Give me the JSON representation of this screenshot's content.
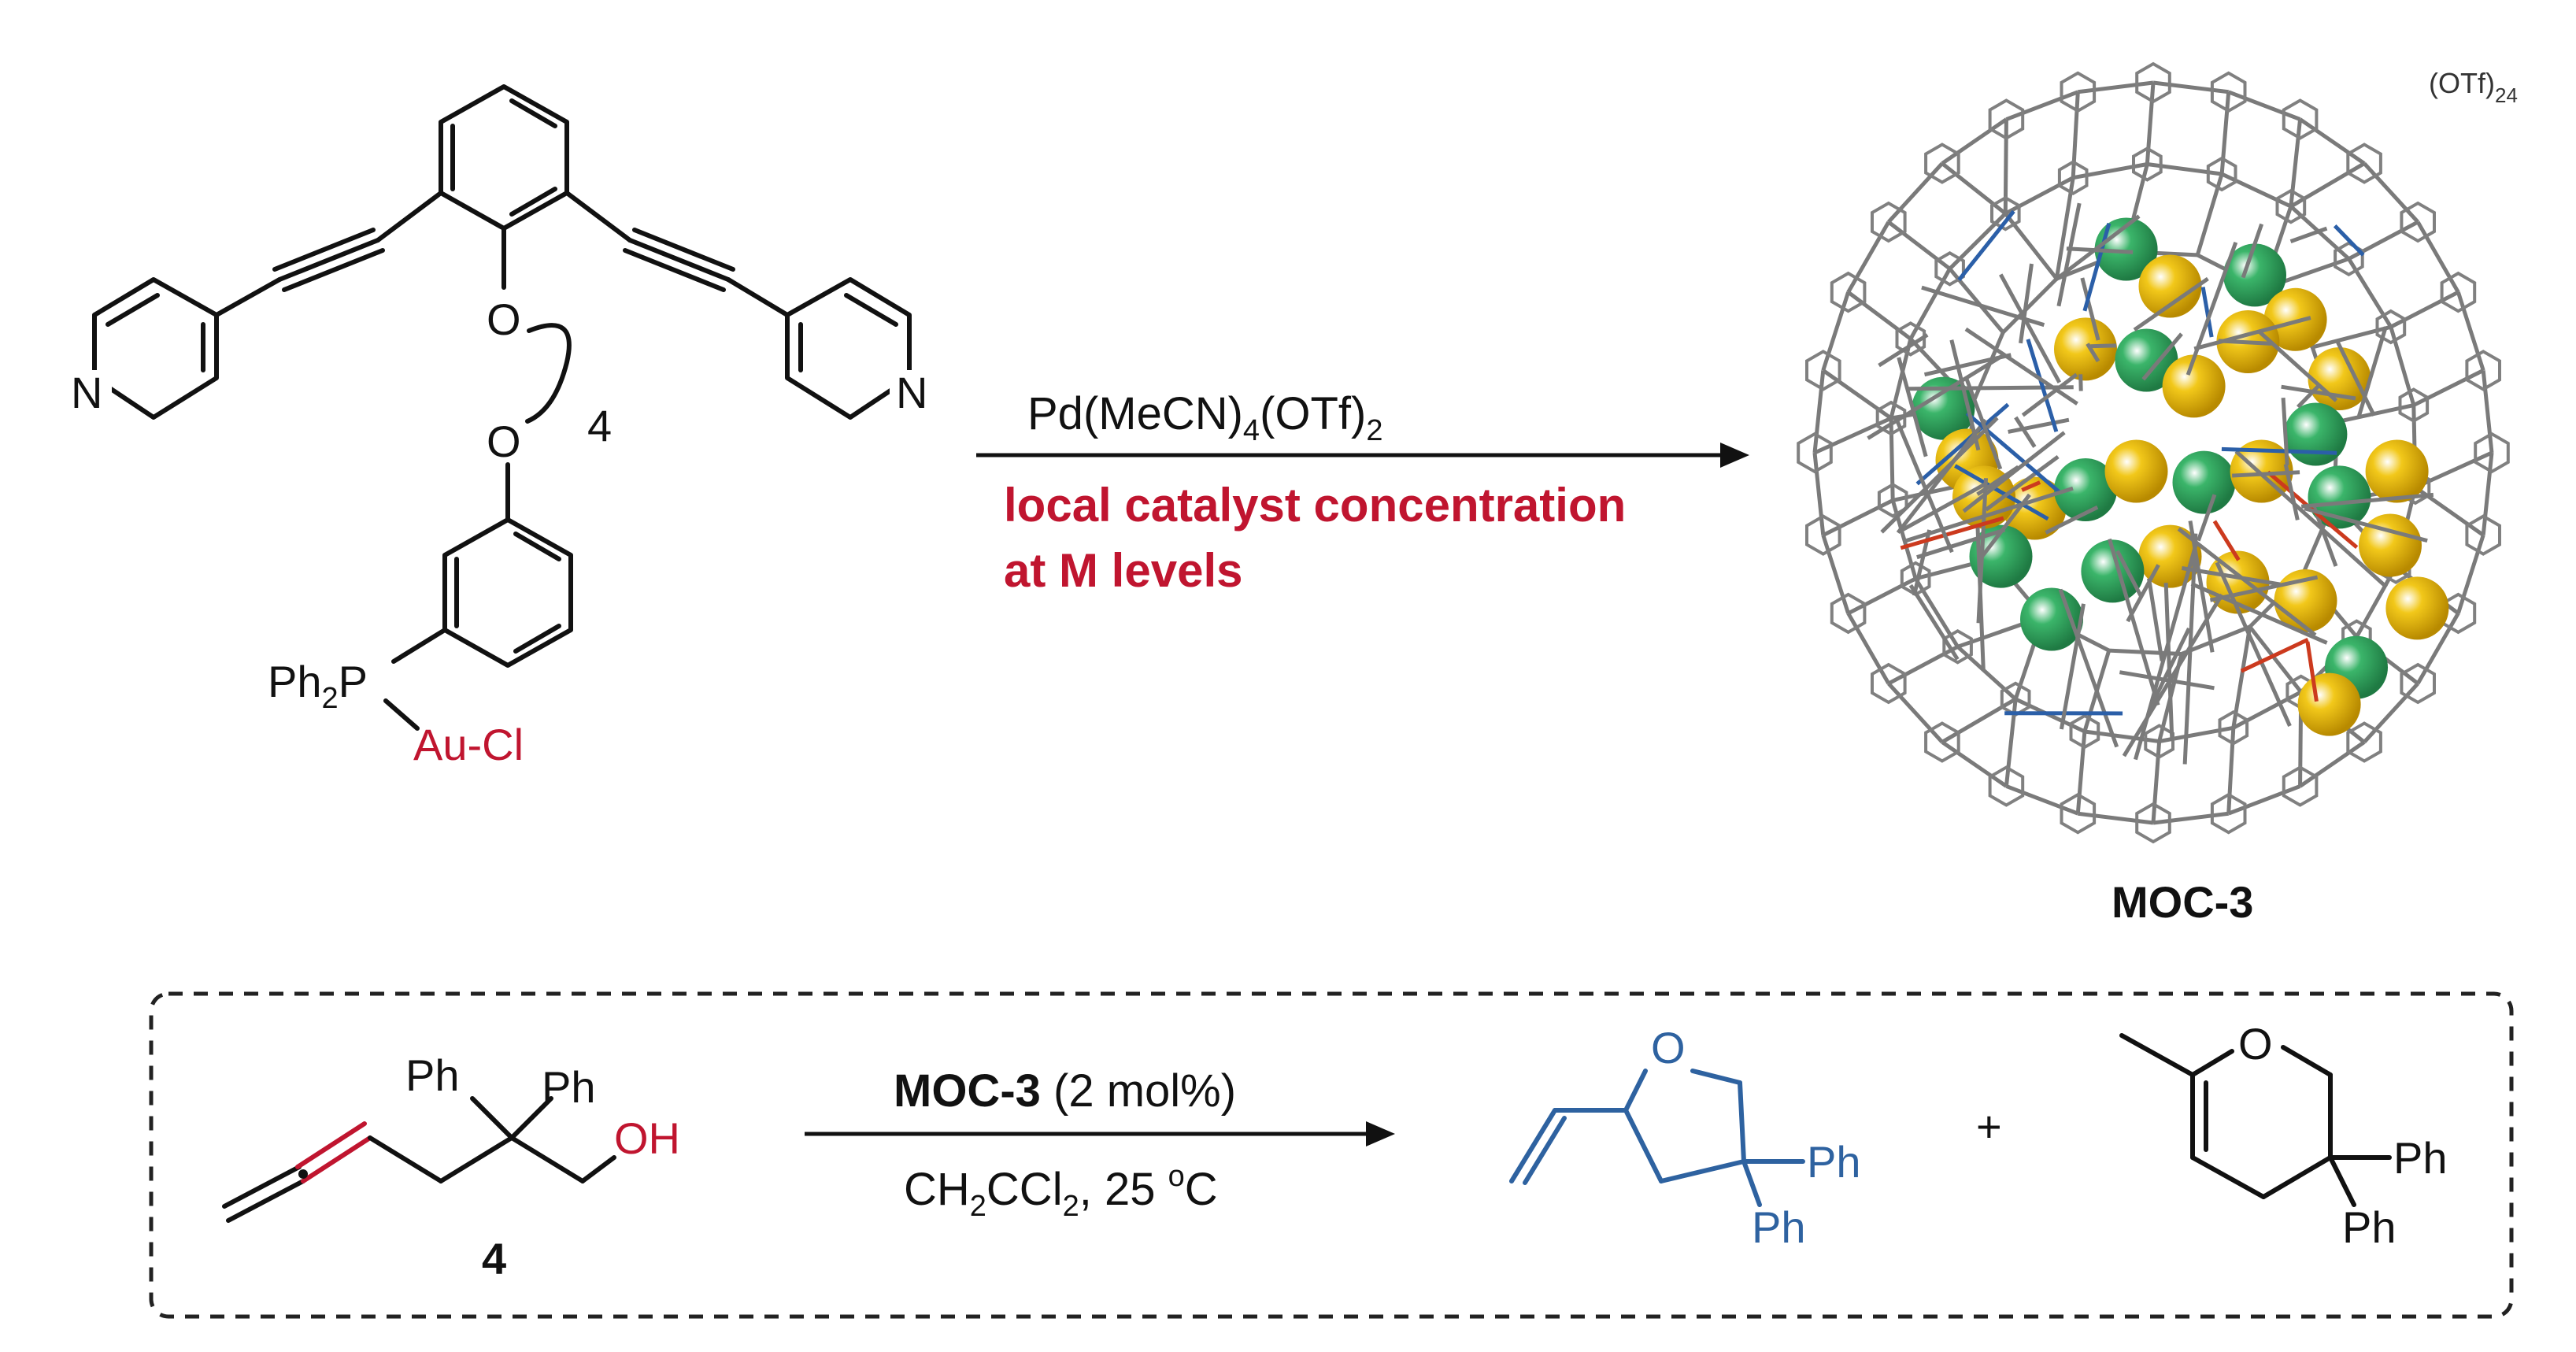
{
  "ligand": {
    "atoms": {
      "n_left": "N",
      "n_right": "N",
      "o_upper": "O",
      "o_lower": "O",
      "chain_count": "4",
      "ph2p_main": "Ph",
      "ph2p_sub": "2",
      "ph2p_p": "P",
      "au_cl": "Au-Cl"
    }
  },
  "reaction_top": {
    "reagent_main": "Pd(MeCN)",
    "reagent_sub1": "4",
    "reagent_mid": "(OTf)",
    "reagent_sub2": "2",
    "condition_line1": "local catalyst concentration",
    "condition_line2": "at M levels"
  },
  "cage": {
    "counterion_main": "(OTf)",
    "counterion_sub": "24",
    "label": "MOC-3"
  },
  "reaction_bottom": {
    "substrate": {
      "ph_a": "Ph",
      "ph_b": "Ph",
      "oh": "OH",
      "label": "4"
    },
    "catalyst_bold": "MOC-3",
    "catalyst_rest": " (2 mol%)",
    "solvent_main": "CH",
    "solvent_sub1": "2",
    "solvent_mid": "CCl",
    "solvent_sub2": "2",
    "solvent_rest": ", 25 ",
    "temp_sup": "o",
    "temp_unit": "C",
    "product_a": {
      "o": "O",
      "ph_a": "Ph",
      "ph_b": "Ph"
    },
    "plus": "+",
    "product_b": {
      "o": "O",
      "ph_a": "Ph",
      "ph_b": "Ph"
    }
  },
  "colors": {
    "highlight_red": "#c0152f",
    "product_blue": "#2e62a0",
    "sphere_green": "#3bb56a",
    "sphere_yellow": "#f2c81a",
    "cage_gray": "#7a7a7a"
  }
}
